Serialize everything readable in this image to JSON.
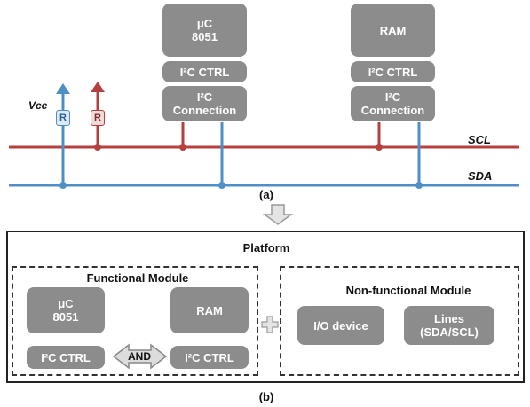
{
  "bus": {
    "vcc_label": "Vcc",
    "resistor_label": "R",
    "scl_label": "SCL",
    "sda_label": "SDA",
    "scl_color": "#b5403f",
    "sda_color": "#4f8fc8"
  },
  "top": {
    "uc_box": [
      "μC",
      "8051"
    ],
    "ram_box": "RAM",
    "i2c_ctrl": "I²C CTRL",
    "i2c_connection": [
      "I²C",
      "Connection"
    ],
    "caption": "(a)"
  },
  "bottom": {
    "platform_title": "Platform",
    "functional_title": "Functional Module",
    "nonfunctional_title": "Non-functional Module",
    "uc_box": [
      "μC",
      "8051"
    ],
    "ram_box": "RAM",
    "i2c_ctrl_left": "I²C CTRL",
    "i2c_ctrl_right": "I²C CTRL",
    "and_label": "AND",
    "io_device": "I/O device",
    "lines_box": [
      "Lines",
      "(SDA/SCL)"
    ],
    "plus_symbol": "+",
    "caption": "(b)"
  }
}
